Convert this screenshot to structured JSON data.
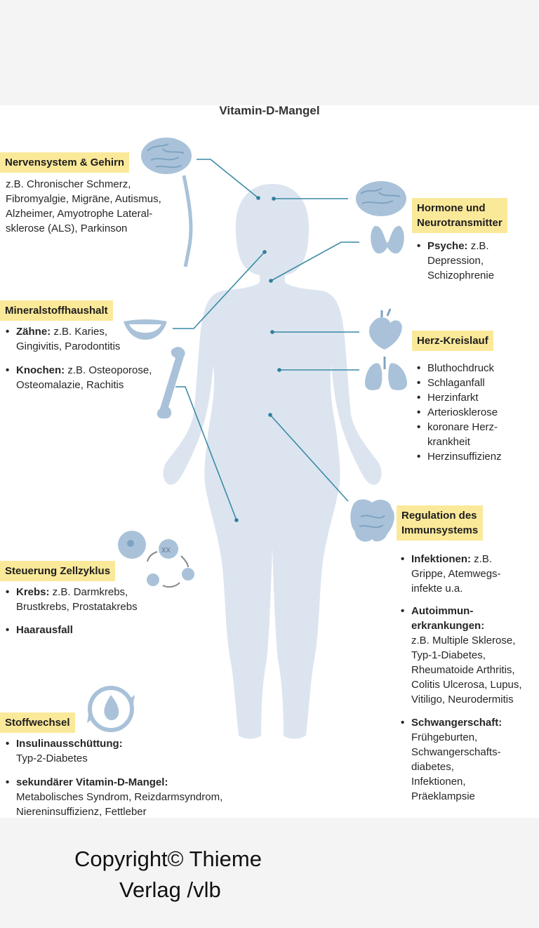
{
  "title": "Vitamin-D-Mangel",
  "colors": {
    "highlight": "#fbe99a",
    "body": "#dce5ef",
    "organ": "#a9c2d9",
    "organ_dark": "#7fa3c2",
    "line": "#3a8aa6"
  },
  "sections": {
    "nerven": {
      "header": "Nervensystem & Gehirn",
      "lines": [
        "z.B. Chronischer Schmerz,",
        "Fibromyalgie, Migräne, Autismus,",
        "Alzheimer, Amyotrophe Lateral-",
        "sklerose (ALS), Parkinson"
      ]
    },
    "hormone": {
      "header": [
        "Hormone und",
        "Neurotransmitter"
      ],
      "items": [
        {
          "bold": "Psyche:",
          "lines": [
            " z.B.",
            "Depression,",
            "Schizophrenie"
          ]
        }
      ]
    },
    "mineral": {
      "header": "Mineralstoffhaushalt",
      "items": [
        {
          "bold": "Zähne:",
          "lines": [
            " z.B. Karies,",
            "Gingivitis, Parodontitis"
          ]
        },
        {
          "bold": "Knochen:",
          "lines": [
            " z.B. Osteoporose,",
            "Osteomalazie, Rachitis"
          ]
        }
      ]
    },
    "herz": {
      "header": "Herz-Kreislauf",
      "items": [
        "Bluthochdruck",
        "Schlaganfall",
        "Herzinfarkt",
        "Arteriosklerose",
        [
          "koronare Herz-",
          "krankheit"
        ],
        "Herzinsuffizienz"
      ]
    },
    "immun": {
      "header": [
        "Regulation des",
        "Immunsystems"
      ],
      "items": [
        {
          "bold": [
            "Infektionen:"
          ],
          "lines": [
            " z.B.",
            "Grippe, Atemwegs-",
            "infekte u.a."
          ]
        },
        {
          "bold": [
            "Autoimmun-",
            "erkrankungen:"
          ],
          "lines": [
            "z.B. Multiple Sklerose,",
            "Typ-1-Diabetes,",
            "Rheumatoide Arthritis,",
            "Colitis Ulcerosa, Lupus,",
            "Vitiligo, Neurodermitis"
          ]
        },
        {
          "bold": [
            "Schwangerschaft:"
          ],
          "lines": [
            "Frühgeburten,",
            "Schwangerschafts-",
            "diabetes,",
            "Infektionen,",
            "Präeklampsie"
          ]
        }
      ]
    },
    "zell": {
      "header": "Steuerung Zellzyklus",
      "items": [
        {
          "bold": "Krebs:",
          "lines": [
            " z.B. Darmkrebs,",
            "Brustkrebs, Prostatakrebs"
          ]
        },
        {
          "bold": "Haarausfall",
          "lines": []
        }
      ]
    },
    "stoff": {
      "header": "Stoffwechsel",
      "items": [
        {
          "bold": "Insulinausschüttung:",
          "lines": [
            "",
            "Typ-2-Diabetes"
          ]
        },
        {
          "bold": "sekundärer Vitamin-D-Mangel:",
          "lines": [
            "",
            "Metabolisches Syndrom, Reizdarmsyndrom,",
            "Niereninsuffizienz, Fettleber"
          ]
        }
      ]
    }
  },
  "copyright": [
    "Copyright© Thieme",
    "Verlag /vlb"
  ]
}
